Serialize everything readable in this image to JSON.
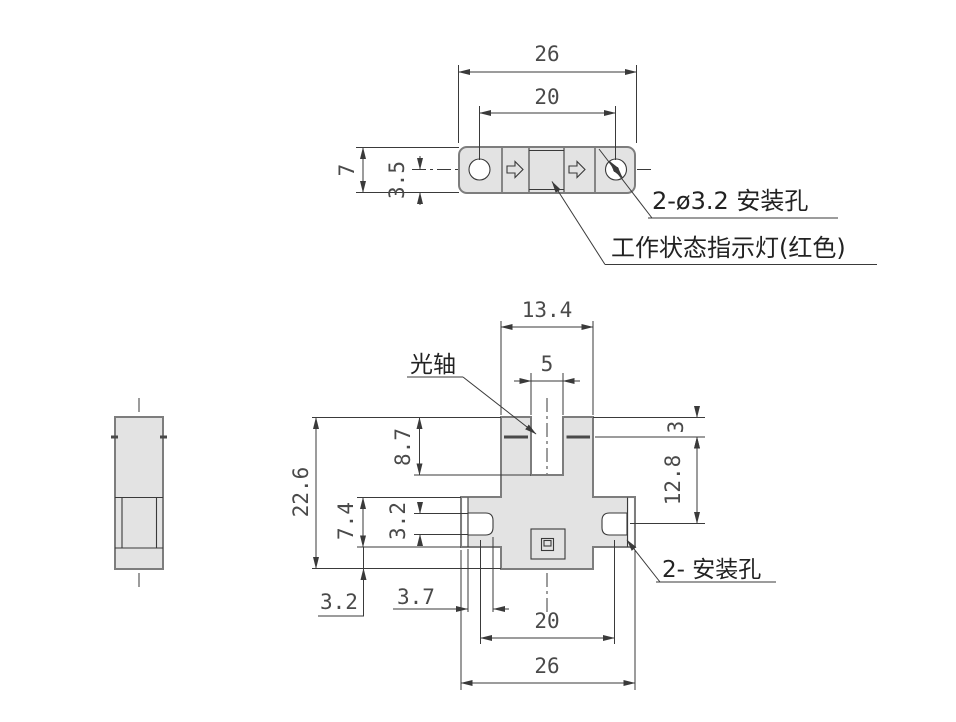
{
  "drawing": {
    "type": "mechanical-dimension-drawing",
    "views": [
      "top-view",
      "front-view",
      "side-view"
    ],
    "top_view": {
      "dims": {
        "outer_width": "26",
        "hole_spacing": "20",
        "height": "7",
        "half_height": "3.5"
      },
      "labels": {
        "mounting_holes": "2-ø3.2 安装孔",
        "indicator": "工作状态指示灯(红色)"
      }
    },
    "front_view": {
      "dims": {
        "head_width": "13.4",
        "slot_width": "5",
        "slot_depth": "8.7",
        "total_height": "22.6",
        "base_section_height": "7.4",
        "hole_height": "3.2",
        "bottom_height": "3.2",
        "hole_width": "3.7",
        "hole_spacing": "20",
        "base_width": "26",
        "axis_from_top": "3",
        "axis_to_hole_center": "12.8"
      },
      "labels": {
        "optical_axis": "光轴",
        "mounting_holes": "2- 安装孔"
      }
    },
    "colors": {
      "part_fill": "#e3e3e3",
      "part_outline": "#7d7d7d",
      "line": "#3a3a3a",
      "dim_text": "#4a4a4a",
      "label_text": "#222222",
      "background": "#ffffff"
    }
  }
}
